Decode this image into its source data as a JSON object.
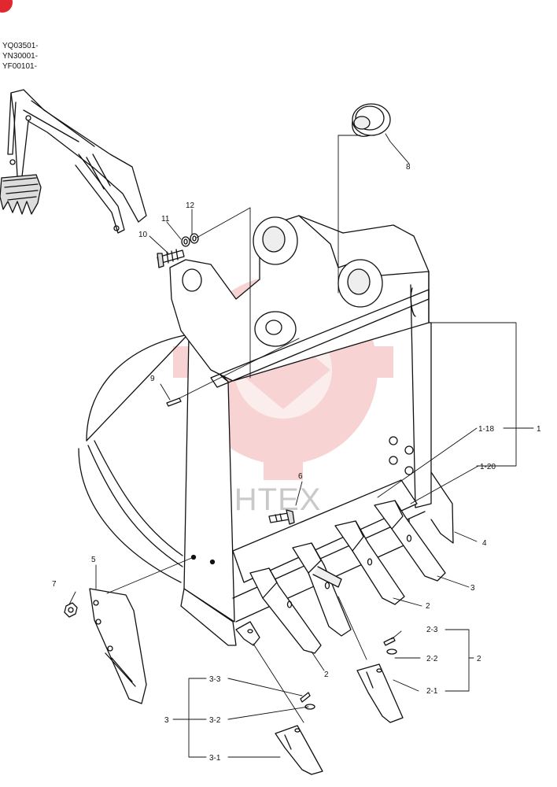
{
  "serial_numbers": [
    "YQ03501-",
    "YN30001-",
    "YF00101-"
  ],
  "watermark": {
    "text": "ИНТЕХ",
    "color": "#f0a0a0"
  },
  "callouts": {
    "c1": "1",
    "c1_18": "1-18",
    "c1_20": "1-20",
    "c2a": "2",
    "c2b": "2",
    "c2_1": "2-1",
    "c2_2": "2-2",
    "c2_3": "2-3",
    "c2_group": "2",
    "c3a": "3",
    "c3_group": "3",
    "c3_1": "3-1",
    "c3_2": "3-2",
    "c3_3": "3-3",
    "c4": "4",
    "c5": "5",
    "c6": "6",
    "c7": "7",
    "c8": "8",
    "c9": "9",
    "c10": "10",
    "c11": "11",
    "c12": "12"
  }
}
